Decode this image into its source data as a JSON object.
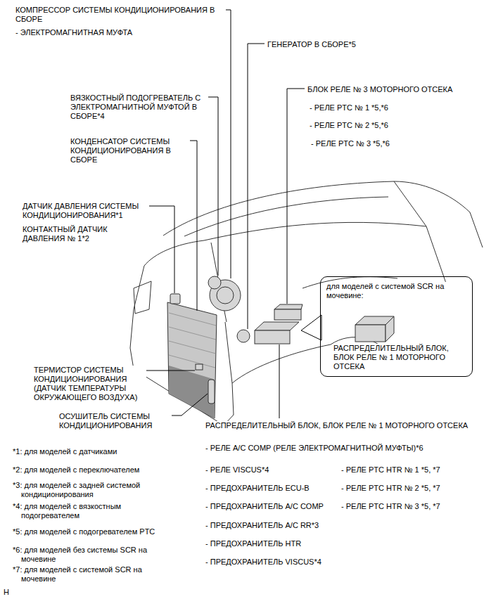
{
  "diagram": {
    "nodes": [
      {
        "text": [
          "для моделей с системой SCR на мочевине:",
          "РАСПРЕДЕЛИТЕЛЬНЫЙ БЛОК, БЛОК РЕЛЕ № 1 МОТОРНОГО ОТСЕКА"
        ]
      }
    ],
    "labels": [
      "КОМПРЕССОР СИСТЕМЫ КОНДИЦИОНИРОВАНИЯ В СБОРЕ",
      "- ЭЛЕКТРОМАГНИТНАЯ МУФТА",
      "ГЕНЕРАТОР В СБОРЕ*5",
      "ВЯЗКОСТНЫЙ ПОДОГРЕВАТЕЛЬ С ЭЛЕКТРОМАГНИТНОЙ МУФТОЙ В СБОРЕ*4",
      "БЛОК РЕЛЕ № 3 МОТОРНОГО ОТСЕКА",
      "- РЕЛЕ PTC № 1 *5,*6",
      "- РЕЛЕ PTC № 2 *5,*6",
      "- РЕЛЕ PTC № 3 *5,*6",
      "КОНДЕНСАТОР СИСТЕМЫ КОНДИЦИОНИРОВАНИЯ В СБОРЕ",
      "ДАТЧИК ДАВЛЕНИЯ СИСТЕМЫ КОНДИЦИОНИРОВАНИЯ*1",
      "КОНТАКТНЫЙ ДАТЧИК ДАВЛЕНИЯ № 1*2",
      "ТЕРМИСТОР СИСТЕМЫ КОНДИЦИОНИРОВАНИЯ (ДАТЧИК ТЕМПЕРАТУРЫ ОКРУЖАЮЩЕГО ВОЗДУХА)",
      "ОСУШИТЕЛЬ СИСТЕМЫ КОНДИЦИОНИРОВАНИЯ",
      "РАСПРЕДЕЛИТЕЛЬНЫЙ БЛОК, БЛОК РЕЛЕ № 1 МОТОРНОГО ОТСЕКА",
      "- РЕЛЕ A/C COMP (РЕЛЕ ЭЛЕКТРОМАГНИТНОЙ МУФТЫ)*6",
      "- РЕЛЕ VISCUS*4",
      "- ПРЕДОХРАНИТЕЛЬ ECU-B",
      "- ПРЕДОХРАНИТЕЛЬ A/C COMP",
      "- ПРЕДОХРАНИТЕЛЬ A/C RR*3",
      "- ПРЕДОХРАНИТЕЛЬ HTR",
      "- ПРЕДОХРАНИТЕЛЬ VISCUS*4",
      "- РЕЛЕ PTC HTR № 1 *5, *7",
      "- РЕЛЕ PTC HTR № 2 *5, *7",
      "- РЕЛЕ PTC HTR № 3 *5, *7",
      "*1: для моделей с датчиками",
      "*2: для моделей с переключателем",
      "*3: для моделей с задней системой кондиционирования",
      "*4: для моделей с вязкостным подогревателем",
      "*5: для моделей с подогревателем PTC",
      "*6: для моделей без системы SCR на мочевине",
      "*7: для моделей с системой SCR на мочевине",
      "H"
    ]
  }
}
